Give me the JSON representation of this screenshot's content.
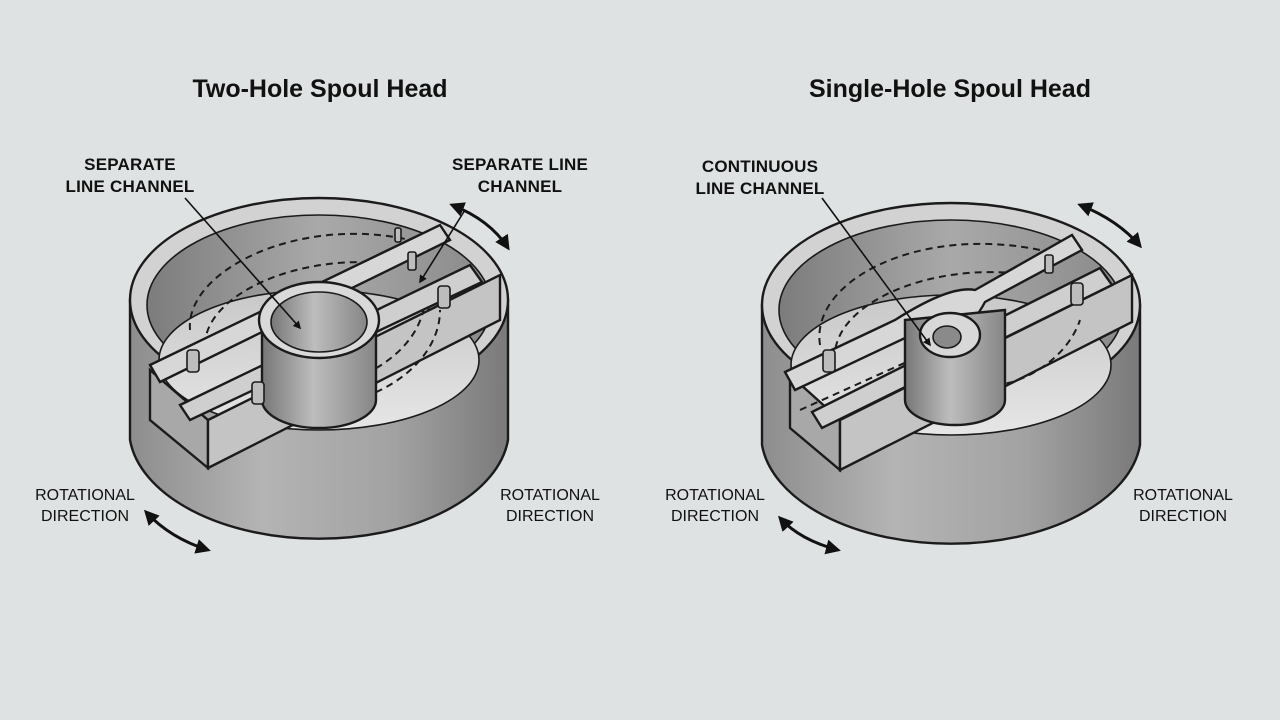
{
  "diagrams": [
    {
      "title": "Two-Hole Spoul Head",
      "callouts": [
        {
          "line1": "SEPARATE",
          "line2": "LINE CHANNEL"
        },
        {
          "line1": "SEPARATE LINE",
          "line2": "CHANNEL"
        }
      ],
      "rotation_labels": [
        {
          "line1": "ROTATIONAL",
          "line2": "DIRECTION"
        },
        {
          "line1": "ROTATIONAL",
          "line2": "DIRECTION"
        }
      ]
    },
    {
      "title": "Single-Hole Spoul Head",
      "callouts": [
        {
          "line1": "CONTINUOUS",
          "line2": "LINE CHANNEL"
        }
      ],
      "rotation_labels": [
        {
          "line1": "ROTATIONAL",
          "line2": "DIRECTION"
        },
        {
          "line1": "ROTATIONAL",
          "line2": "DIRECTION"
        }
      ]
    }
  ],
  "colors": {
    "background": "#dfe2e2",
    "metal_light": "#c9c9c9",
    "metal_mid": "#9a9a9a",
    "metal_dark": "#6e6e6e",
    "outline": "#1b1b1b"
  }
}
